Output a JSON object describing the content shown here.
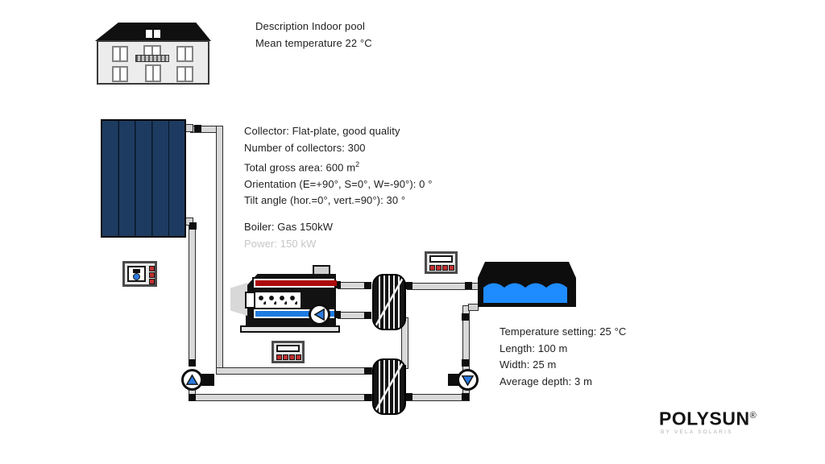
{
  "building_note": {
    "line1": "Description Indoor pool",
    "line2": "Mean temperature 22 °C"
  },
  "collector_note": {
    "line1": "Collector: Flat-plate, good quality",
    "line2": "Number of collectors: 300",
    "line3_text": "Total gross area: 600 m",
    "line3_sup": "2",
    "line4": "Orientation (E=+90°, S=0°, W=-90°): 0 °",
    "line5": "Tilt angle (hor.=0°, vert.=90°): 30 °"
  },
  "boiler_note": {
    "title": "Boiler: Gas 150kW",
    "power": "Power: 150 kW"
  },
  "pool_note": {
    "line1": "Temperature setting: 25 °C",
    "line2": "Length: 100 m",
    "line3": "Width: 25 m",
    "line4": "Average depth: 3 m"
  },
  "logo": {
    "brand": "POLYSUN",
    "registered": "®",
    "tagline": "BY VELA SOLARIS"
  },
  "colors": {
    "collector_panel": "#1d3b60",
    "pool_water": "#1e8bff",
    "hot_pipe": "#ad0a0a",
    "cold_pipe": "#1d7ce0",
    "pump_triangle": "#2b7ade",
    "pipe_fill": "#d9d9d9",
    "button_red": "#c03030"
  }
}
